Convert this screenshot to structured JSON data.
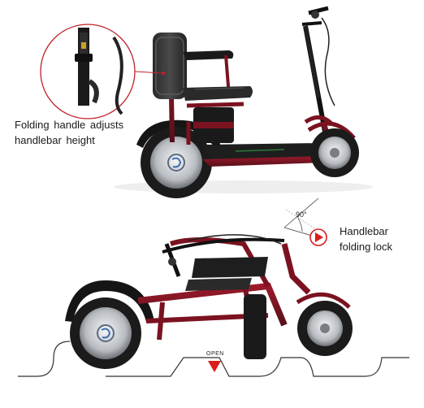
{
  "annotations": {
    "folding_handle_line1": "Folding handle adjusts",
    "folding_handle_line2": "handlebar height",
    "handlebar_lock_line1": "Handlebar",
    "handlebar_lock_line2": "folding lock",
    "angle": "90°",
    "open": "OPEN"
  },
  "colors": {
    "frame": "#7a1220",
    "frame_dark": "#4a0a12",
    "accent_red": "#d91c1c",
    "tire": "#1b1b1b",
    "hub": "#c9ccd0"
  },
  "icons": [
    "play-icon",
    "open-arrow-icon"
  ]
}
